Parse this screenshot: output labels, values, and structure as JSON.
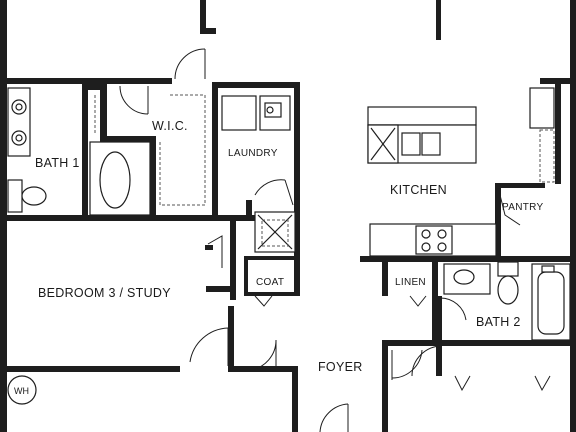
{
  "rooms": {
    "bath1": "BATH 1",
    "wic": "W.I.C.",
    "laundry": "LAUNDRY",
    "kitchen": "KITCHEN",
    "pantry": "PANTRY",
    "bedroom3": "BEDROOM 3 / STUDY",
    "coat": "COAT",
    "linen": "LINEN",
    "bath2": "BATH 2",
    "foyer": "FOYER",
    "water_heater": "WH"
  }
}
